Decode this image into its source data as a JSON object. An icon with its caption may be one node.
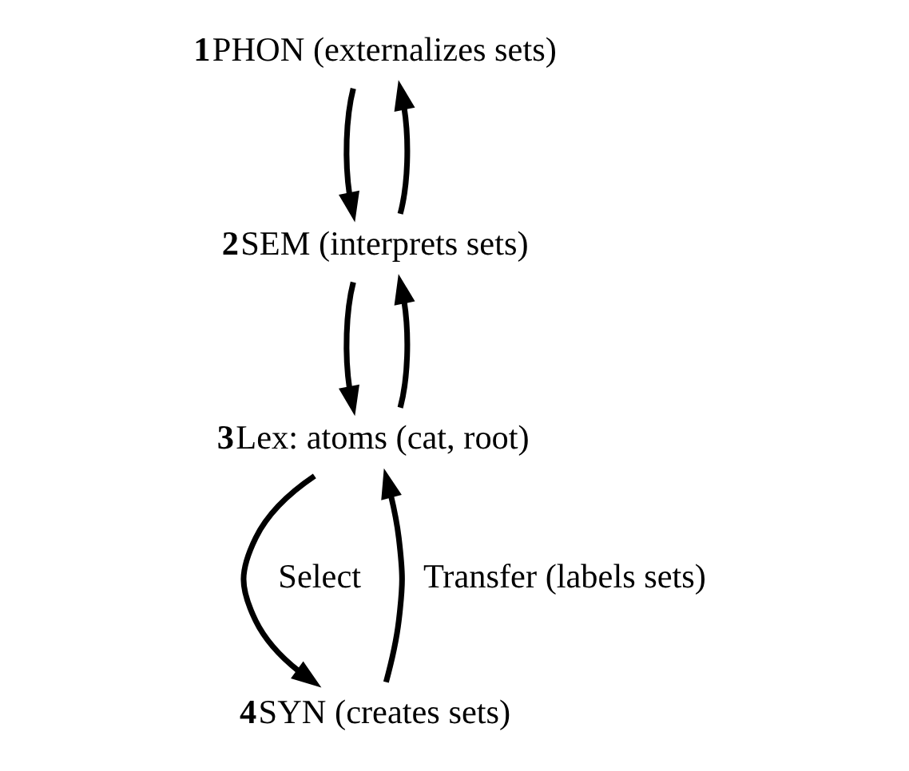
{
  "diagram": {
    "nodes": [
      {
        "text": [
          "**1**PHON (externalizes sets)"
        ]
      },
      {
        "text": [
          "**2**SEM (interprets sets)"
        ]
      },
      {
        "text": [
          "**3**Lex: atoms (cat, root)"
        ]
      },
      {
        "text": [
          "**4**SYN (creates sets)"
        ]
      }
    ],
    "edges": [
      {
        "from": 0,
        "to": 1,
        "arrow": "to"
      },
      {
        "from": 1,
        "to": 0,
        "arrow": "to"
      },
      {
        "from": 1,
        "to": 2,
        "arrow": "to"
      },
      {
        "from": 2,
        "to": 1,
        "arrow": "to"
      },
      {
        "from": 2,
        "to": 3,
        "arrow": "to",
        "label": "Select"
      },
      {
        "from": 3,
        "to": 2,
        "arrow": "to",
        "label": "Transfer (labels sets)"
      }
    ]
  }
}
